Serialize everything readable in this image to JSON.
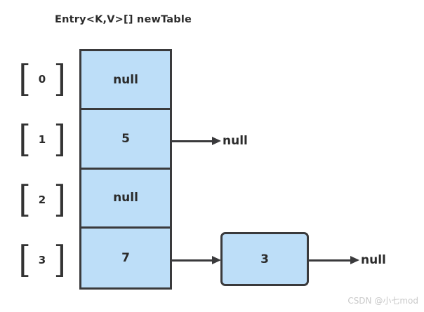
{
  "title": "Entry<K,V>[] newTable",
  "colors": {
    "cell_fill": "#bddef8",
    "border": "#3a3a3c",
    "text": "#2b2b2b",
    "background": "#ffffff",
    "watermark": "#c9c9c9"
  },
  "brackets": {
    "open": "[",
    "close": "]"
  },
  "array": {
    "cells": [
      {
        "index": "0",
        "value": "null",
        "has_chain": false
      },
      {
        "index": "1",
        "value": "5",
        "has_chain": true
      },
      {
        "index": "2",
        "value": "null",
        "has_chain": false
      },
      {
        "index": "3",
        "value": "7",
        "has_chain": true
      }
    ]
  },
  "chains": {
    "row1": {
      "terminal": "null"
    },
    "row3": {
      "node": "3",
      "terminal": "null"
    }
  },
  "watermark": "CSDN @小七mod"
}
